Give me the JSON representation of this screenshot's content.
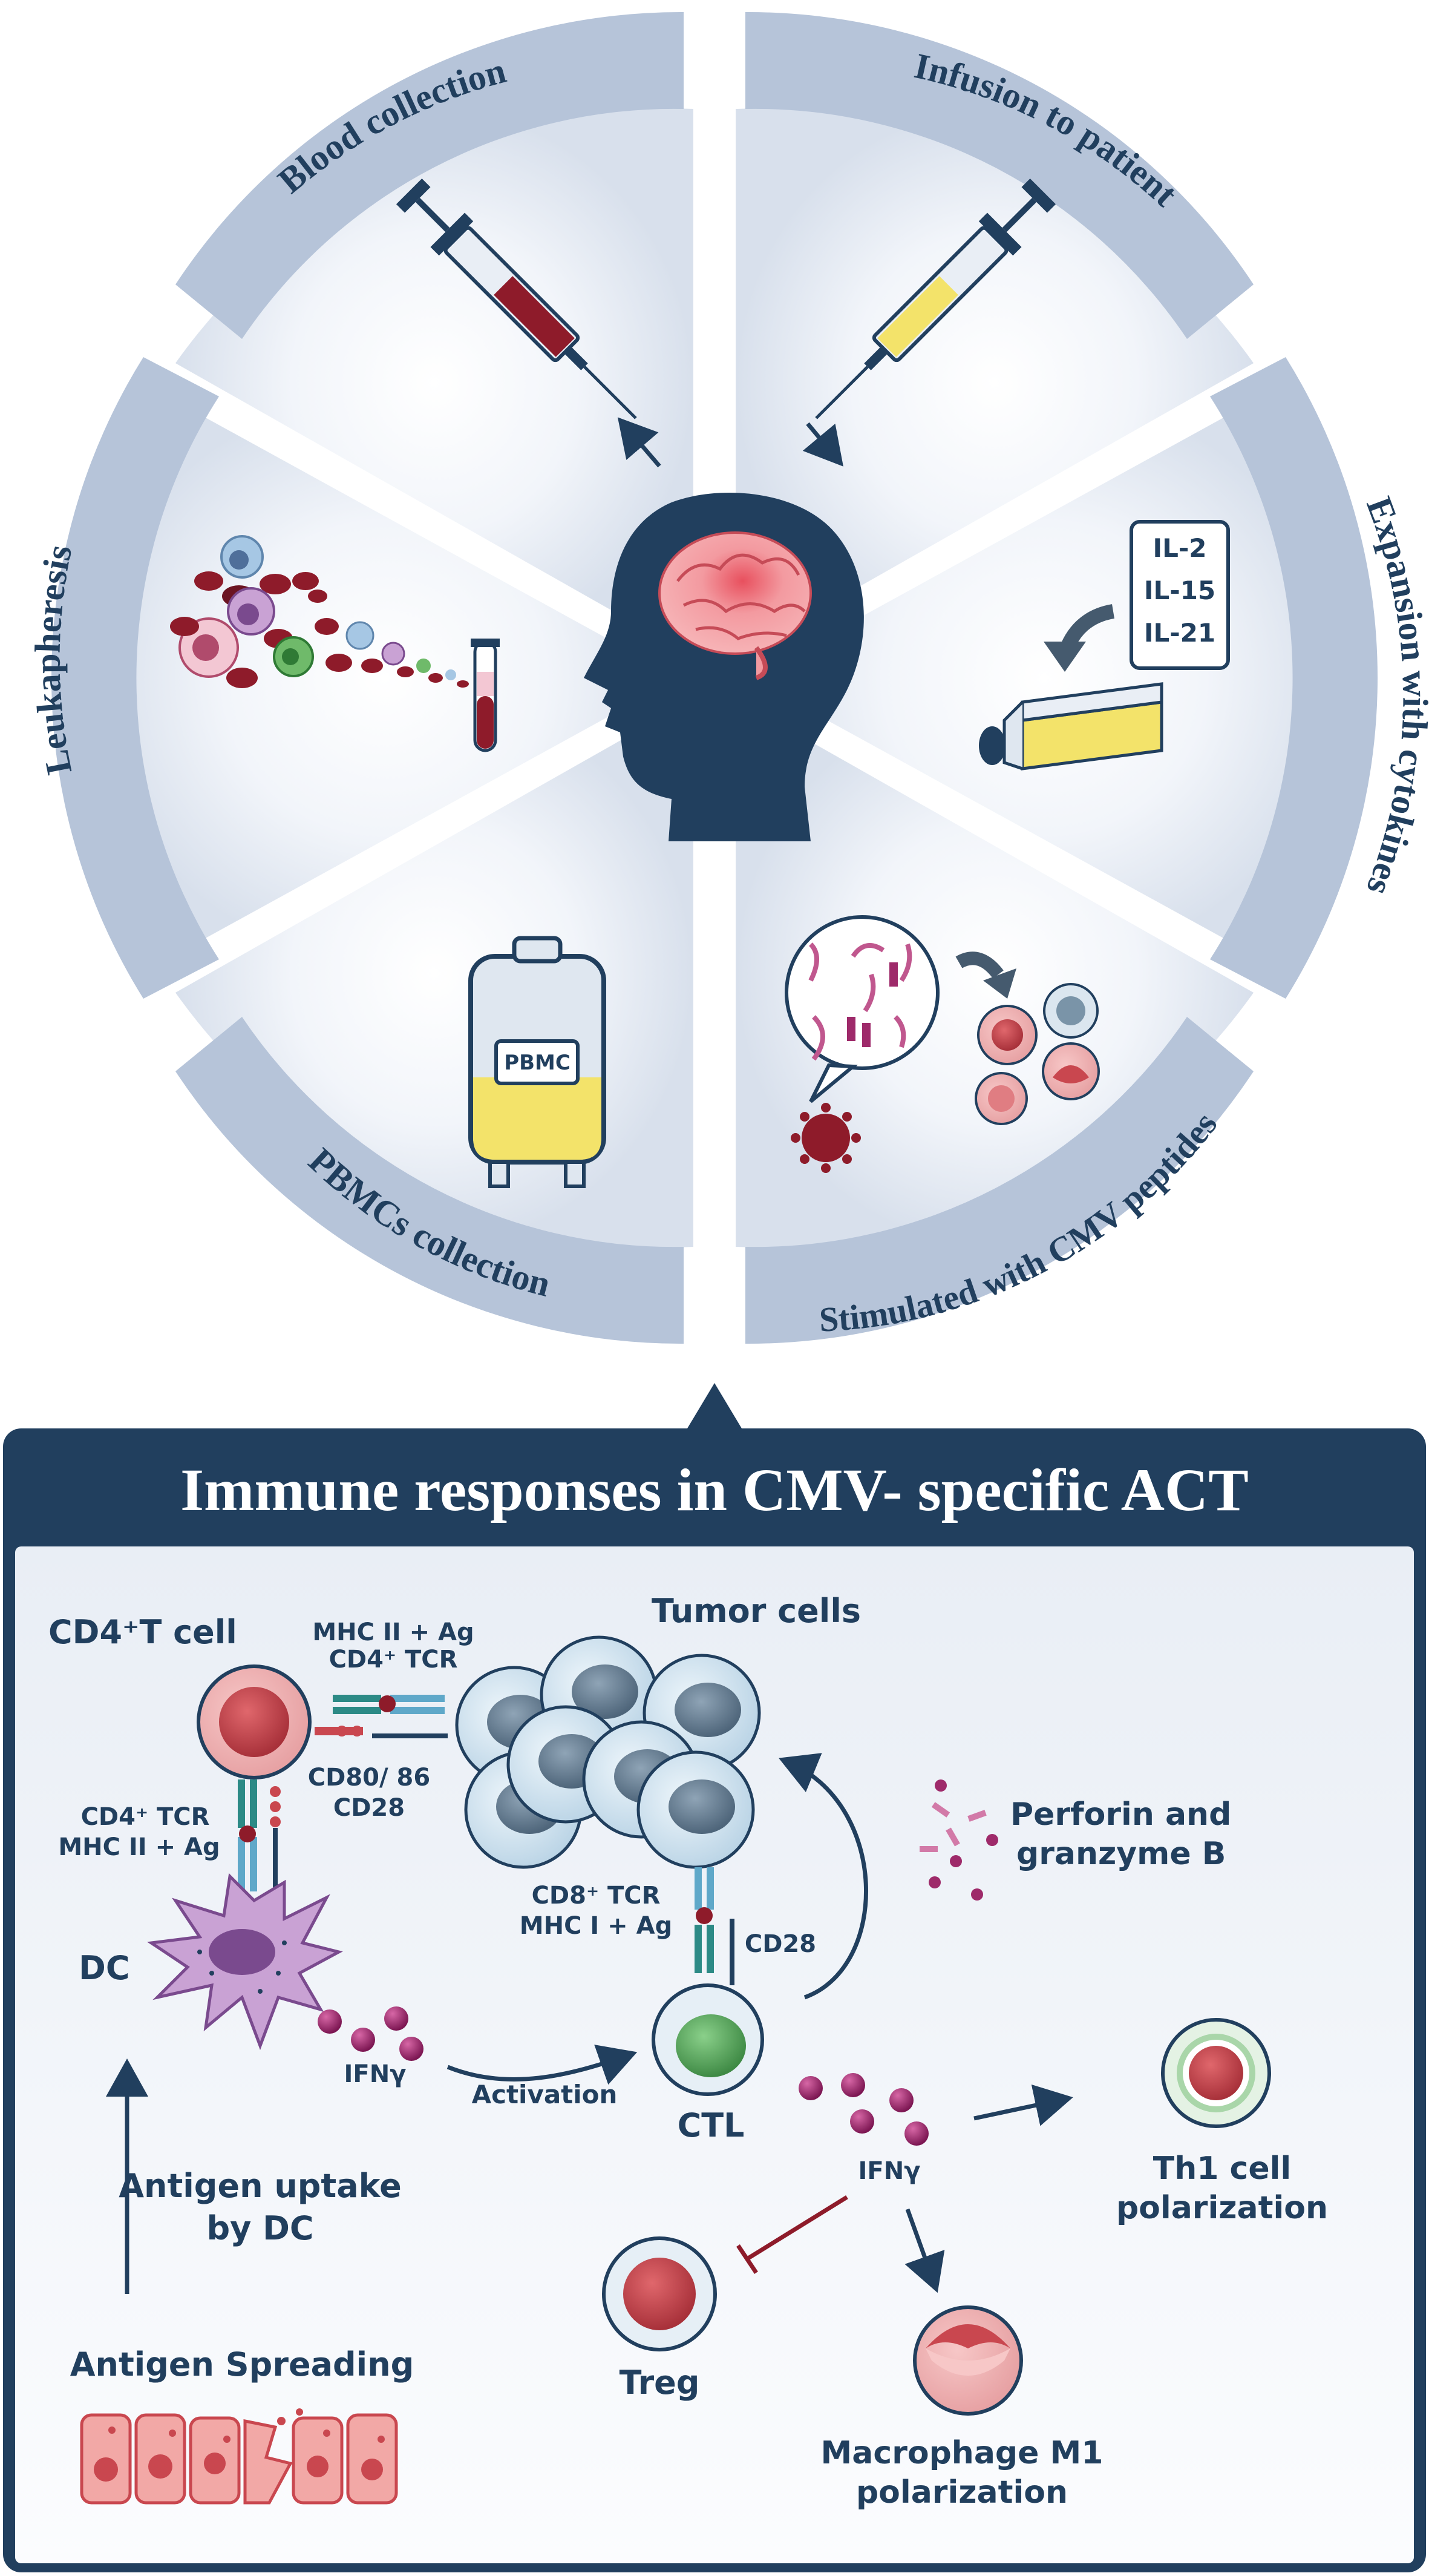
{
  "wheel": {
    "segments": {
      "blood_collection": "Blood collection",
      "infusion": "Infusion to patient",
      "expansion": "Expansion with  cytokines",
      "stimulated": "Stimulated with CMV peptides",
      "pbmcs": "PBMCs collection",
      "leukapheresis": "Leukapheresis"
    },
    "cytokines": [
      "IL-2",
      "IL-15",
      "IL-21"
    ],
    "pbmc_bag_label": "PBMC"
  },
  "panel": {
    "title": "Immune responses in CMV- specific ACT",
    "labels": {
      "cd4_t_cell": "CD4⁺T cell",
      "tumor_cells": "Tumor cells",
      "mhc2_ag_top": "MHC II + Ag",
      "cd4_tcr_top": "CD4⁺ TCR",
      "cd80_86": "CD80/ 86",
      "cd28_left": "CD28",
      "cd4_tcr_left": "CD4⁺ TCR",
      "mhc2_ag_left": "MHC II + Ag",
      "dc": "DC",
      "ifng_dc": "IFNγ",
      "activation": "Activation",
      "cd8_tcr": "CD8⁺ TCR",
      "mhc1_ag": "MHC I + Ag",
      "cd28_ctl": "CD28",
      "ctl": "CTL",
      "perforin_line1": "Perforin and",
      "perforin_line2": "granzyme B",
      "ifng_ctl": "IFNγ",
      "th1_line1": "Th1 cell",
      "th1_line2": "polarization",
      "antigen_uptake_line1": "Antigen uptake",
      "antigen_uptake_line2": "by DC",
      "antigen_spreading": "Antigen Spreading",
      "treg": "Treg",
      "macrophage_line1": "Macrophage M1",
      "macrophage_line2": "polarization"
    }
  },
  "colors": {
    "navy": "#213f5e",
    "band": "#b6c4d9",
    "brain": "#f08f96",
    "blood_red": "#8e1b2a",
    "yellow": "#f3e36a",
    "teal": "#2c8a86",
    "purple_dc": "#c9a2d4",
    "cell_red": "#c9474f",
    "green": "#5aa05c",
    "magenta": "#9e2a6a"
  }
}
